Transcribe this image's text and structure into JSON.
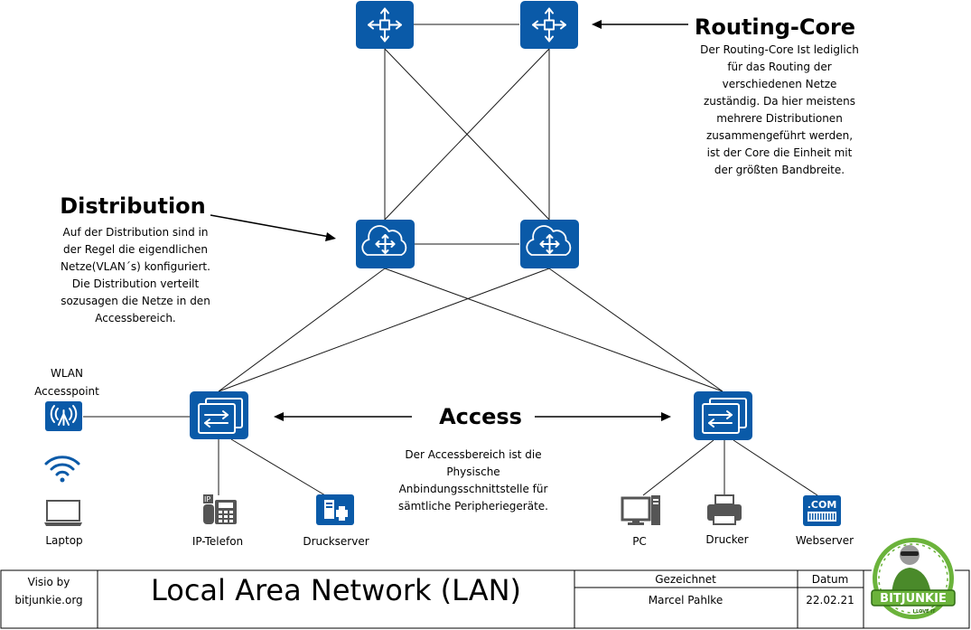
{
  "colors": {
    "device": "#0a5aa8",
    "logo_green": "#6bb33b"
  },
  "routing_core": {
    "heading": "Routing-Core",
    "description": [
      "Der Routing-Core Ist lediglich",
      "für das Routing der",
      "verschiedenen Netze",
      "zuständig. Da hier meistens",
      "mehrere Distributionen",
      "zusammengeführt werden,",
      "ist der Core die Einheit mit",
      "der größten Bandbreite."
    ]
  },
  "distribution": {
    "heading": "Distribution",
    "description": [
      "Auf der Distribution sind in",
      "der Regel die eigendlichen",
      "Netze(VLAN´s) konfiguriert.",
      "Die Distribution verteilt",
      "sozusagen die Netze in den",
      "Accessbereich."
    ]
  },
  "access": {
    "heading": "Access",
    "description": [
      "Der Accessbereich ist die",
      "Physische",
      "Anbindungsschnittstelle für",
      "sämtliche Peripheriegeräte."
    ]
  },
  "devices": {
    "wlan_ap": [
      "WLAN",
      "Accesspoint"
    ],
    "laptop": "Laptop",
    "ip_phone": "IP-Telefon",
    "printserver": "Druckserver",
    "pc": "PC",
    "printer": "Drucker",
    "webserver": "Webserver",
    "webserver_badge": ".COM",
    "phone_badge": "IP"
  },
  "title_block": {
    "visio_by": [
      "Visio by",
      "bitjunkie.org"
    ],
    "title": "Local Area Network (LAN)",
    "drawn_label": "Gezeichnet",
    "drawn_value": "Marcel Pahlke",
    "date_label": "Datum",
    "date_value": "22.02.21",
    "logo_text": "BITJUNKIE",
    "logo_tagline": "I LOVE IT"
  }
}
